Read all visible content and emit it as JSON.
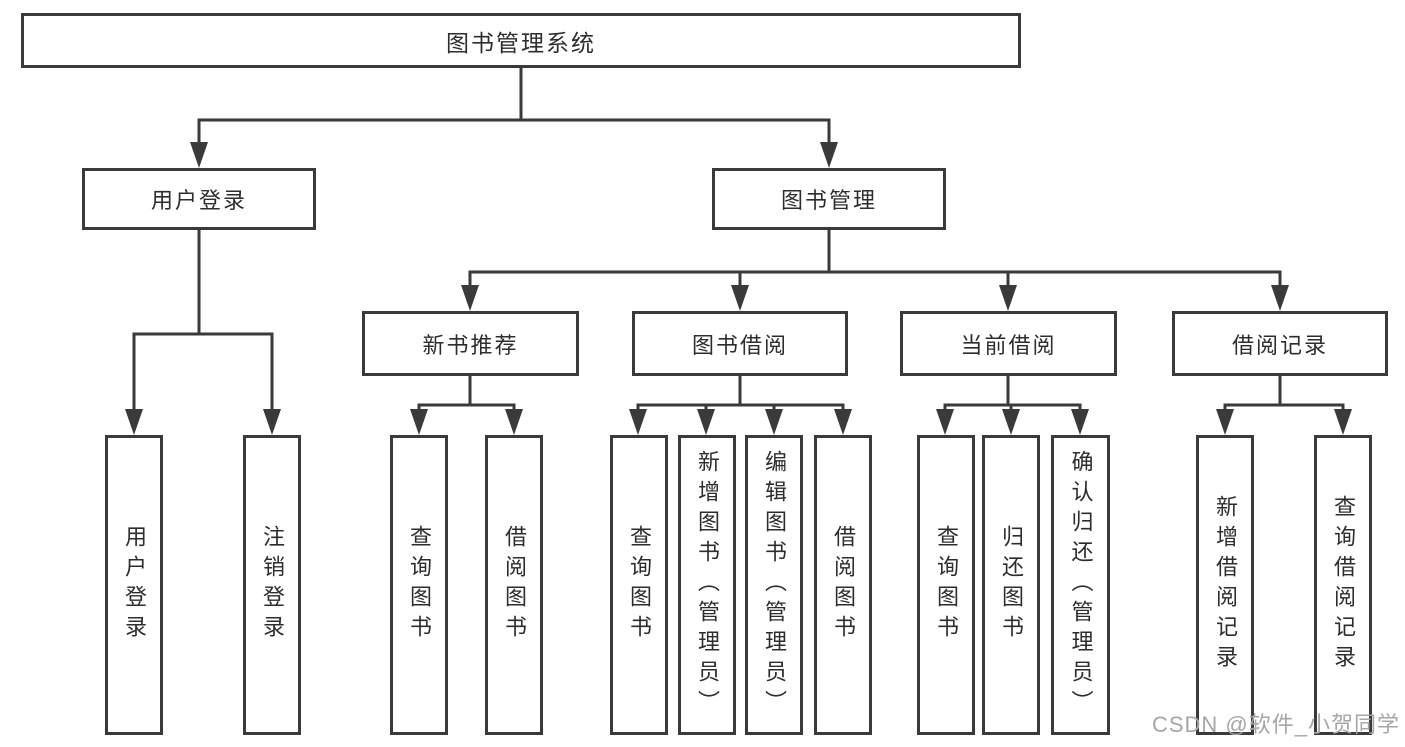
{
  "diagram": {
    "title": "图书管理系统",
    "branches": [
      {
        "label": "用户登录",
        "children": [
          {
            "label": "用户登录"
          },
          {
            "label": "注销登录"
          }
        ]
      },
      {
        "label": "图书管理",
        "children": [
          {
            "label": "新书推荐",
            "children": [
              {
                "label": "查询图书"
              },
              {
                "label": "借阅图书"
              }
            ]
          },
          {
            "label": "图书借阅",
            "children": [
              {
                "label": "查询图书"
              },
              {
                "label": "新增图书（管理员）"
              },
              {
                "label": "编辑图书（管理员）"
              },
              {
                "label": "借阅图书"
              }
            ]
          },
          {
            "label": "当前借阅",
            "children": [
              {
                "label": "查询图书"
              },
              {
                "label": "归还图书"
              },
              {
                "label": "确认归还（管理员）"
              }
            ]
          },
          {
            "label": "借阅记录",
            "children": [
              {
                "label": "新增借阅记录"
              },
              {
                "label": "查询借阅记录"
              }
            ]
          }
        ]
      }
    ]
  },
  "watermark": {
    "text": "CSDN @软件_小贺同学"
  },
  "colors": {
    "line": "#3a3a3a",
    "text": "#2d2d2d",
    "watermark": "#a6a6a6"
  }
}
